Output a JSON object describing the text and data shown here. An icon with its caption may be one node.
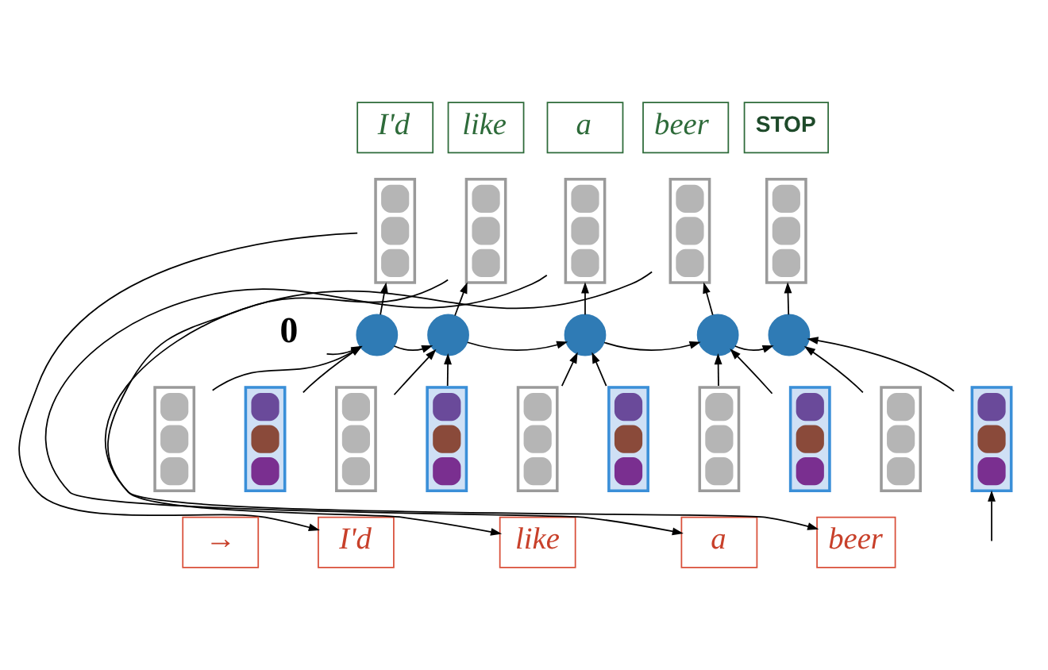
{
  "diagram": {
    "nodes": [
      {
        "text": [
          "I'd"
        ]
      },
      {
        "text": [
          "like"
        ]
      },
      {
        "text": [
          "a"
        ]
      },
      {
        "text": [
          "beer"
        ]
      },
      {
        "text": [
          "STOP"
        ]
      },
      {
        "text": [],
        "shape": "box"
      },
      {
        "text": [],
        "shape": "box"
      },
      {
        "text": [],
        "shape": "box"
      },
      {
        "text": [],
        "shape": "box"
      },
      {
        "text": [],
        "shape": "box"
      },
      {
        "text": [
          "0"
        ]
      },
      {
        "text": [],
        "shape": "circle"
      },
      {
        "text": [],
        "shape": "circle"
      },
      {
        "text": [],
        "shape": "circle"
      },
      {
        "text": [],
        "shape": "circle"
      },
      {
        "text": [],
        "shape": "circle"
      },
      {
        "text": [],
        "shape": "box"
      },
      {
        "text": [],
        "shape": "box"
      },
      {
        "text": [],
        "shape": "box"
      },
      {
        "text": [],
        "shape": "box"
      },
      {
        "text": [],
        "shape": "box"
      },
      {
        "text": [],
        "shape": "box"
      },
      {
        "text": [],
        "shape": "box"
      },
      {
        "text": [],
        "shape": "box"
      },
      {
        "text": [],
        "shape": "box"
      },
      {
        "text": [],
        "shape": "box"
      },
      {
        "text": [
          "→"
        ]
      },
      {
        "text": [
          "I'd"
        ]
      },
      {
        "text": [
          "like"
        ]
      },
      {
        "text": [
          "a"
        ]
      },
      {
        "text": [
          "beer"
        ]
      }
    ],
    "edges": [
      {
        "from": 10,
        "to": 11,
        "arrow": "to"
      },
      {
        "from": 11,
        "to": 12,
        "arrow": "to"
      },
      {
        "from": 12,
        "to": 13,
        "arrow": "to"
      },
      {
        "from": 13,
        "to": 14,
        "arrow": "to"
      },
      {
        "from": 14,
        "to": 15,
        "arrow": "to"
      },
      {
        "from": 11,
        "to": 5,
        "arrow": "to"
      },
      {
        "from": 12,
        "to": 6,
        "arrow": "to"
      },
      {
        "from": 13,
        "to": 7,
        "arrow": "to"
      },
      {
        "from": 14,
        "to": 8,
        "arrow": "to"
      },
      {
        "from": 15,
        "to": 9,
        "arrow": "to"
      },
      {
        "from": 16,
        "to": 11,
        "arrow": "to"
      },
      {
        "from": 17,
        "to": 11,
        "arrow": "to"
      },
      {
        "from": 18,
        "to": 12,
        "arrow": "to"
      },
      {
        "from": 19,
        "to": 12,
        "arrow": "to"
      },
      {
        "from": 20,
        "to": 13,
        "arrow": "to"
      },
      {
        "from": 21,
        "to": 13,
        "arrow": "to"
      },
      {
        "from": 22,
        "to": 14,
        "arrow": "to"
      },
      {
        "from": 23,
        "to": 14,
        "arrow": "to"
      },
      {
        "from": 24,
        "to": 15,
        "arrow": "to"
      },
      {
        "from": 25,
        "to": 15,
        "arrow": "to"
      },
      {
        "from": 5,
        "to": 27,
        "arrow": "to"
      },
      {
        "from": 6,
        "to": 28,
        "arrow": "to"
      },
      {
        "from": 7,
        "to": 29,
        "arrow": "to"
      },
      {
        "from": 8,
        "to": 30,
        "arrow": "to"
      },
      {
        "from": null,
        "to": 25,
        "arrow": "to"
      }
    ]
  }
}
